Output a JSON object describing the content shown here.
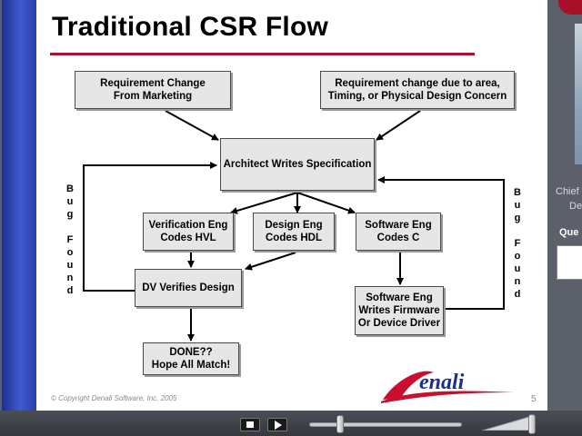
{
  "slide": {
    "title": "Traditional CSR Flow",
    "boxes": {
      "req_marketing": "Requirement Change\nFrom Marketing",
      "req_area": "Requirement change due to area,\nTiming, or Physical Design Concern",
      "architect": "Architect Writes Specification",
      "verification_eng": "Verification Eng\nCodes HVL",
      "design_eng": "Design Eng\nCodes HDL",
      "software_eng_c": "Software Eng\nCodes C",
      "dv_verifies": "DV Verifies Design",
      "software_eng_fw": "Software Eng\nWrites Firmware\nOr Device Driver",
      "done": "DONE??\nHope All Match!"
    },
    "bug_found_left": "B\nu\ng\n\nF\no\nu\nn\nd",
    "bug_found_right": "B\nu\ng\n\nF\no\nu\nn\nd",
    "copyright": "© Copyright Denali Software, Inc. 2005",
    "slide_number": "5",
    "logo_text": "denali"
  },
  "side_panel": {
    "text_1": "Chief",
    "text_2": "De",
    "text_3": "Que"
  },
  "player": {
    "seek_position": 0.2,
    "volume_level": 1.0
  },
  "colors": {
    "accent_red": "#b01030",
    "slide_blue": "#2a3fa8",
    "box_fill": "#e6e6e6"
  }
}
